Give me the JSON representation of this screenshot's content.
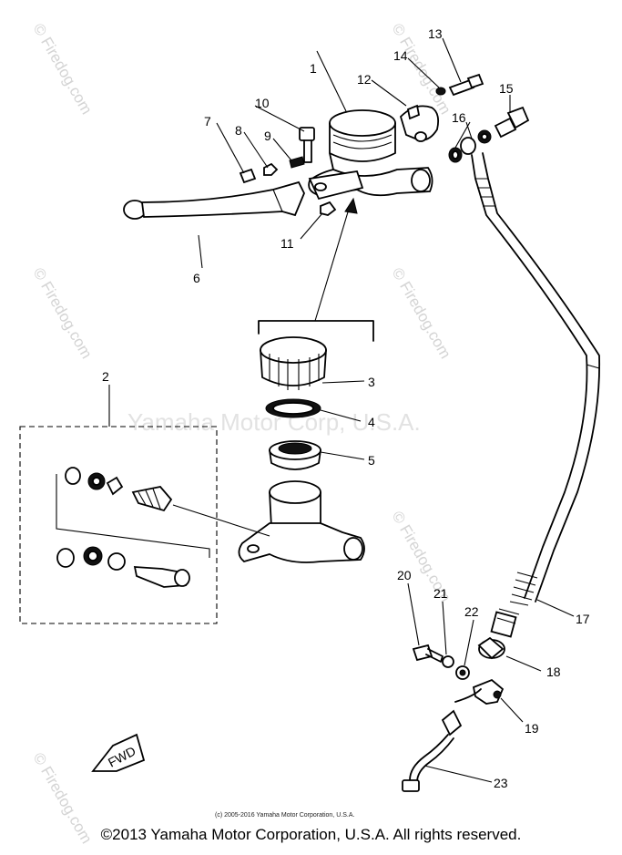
{
  "callouts": [
    "1",
    "2",
    "3",
    "4",
    "5",
    "6",
    "7",
    "8",
    "9",
    "10",
    "11",
    "12",
    "13",
    "14",
    "15",
    "16",
    "17",
    "18",
    "19",
    "20",
    "21",
    "22",
    "23"
  ],
  "watermark": {
    "brand": "© Firedog.com",
    "center": "Yamaha Motor Corp, U.S.A."
  },
  "fwd_label": "FWD",
  "credit_small": "(c) 2005-2016 Yamaha Motor Corporation, U.S.A.",
  "copyright": "©2013 Yamaha Motor Corporation, U.S.A. All rights reserved."
}
